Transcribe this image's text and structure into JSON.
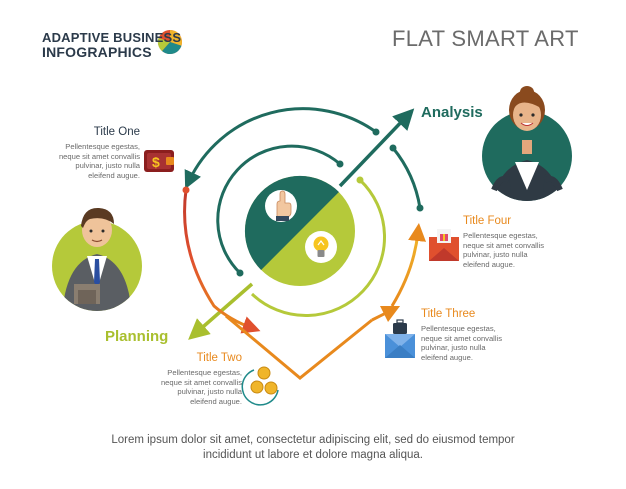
{
  "brand": {
    "line1": "ADAPTIVE BUSINESS",
    "line2": "INFOGRAPHICS"
  },
  "title": "FLAT SMART ART",
  "phases": {
    "analysis": "Analysis",
    "planning": "Planning"
  },
  "steps": [
    {
      "title": "Title One",
      "text": [
        "Pellentesque egestas,",
        "neque sit amet convallis",
        "pulvinar, justo nulla",
        "eleifend augue."
      ]
    },
    {
      "title": "Title Two",
      "text": [
        "Pellentesque egestas,",
        "neque sit amet convallis",
        "pulvinar, justo nulla",
        "eleifend augue."
      ]
    },
    {
      "title": "Title Three",
      "text": [
        "Pellentesque egestas,",
        "neque sit amet convallis",
        "pulvinar, justo nulla",
        "eleifend augue."
      ]
    },
    {
      "title": "Title Four",
      "text": [
        "Pellentesque egestas,",
        "neque sit amet convallis",
        "pulvinar, justo nulla",
        "eleifend augue."
      ]
    }
  ],
  "footer": {
    "line1": "Lorem ipsum dolor sit amet, consectetur adipiscing elit, sed do eiusmod tempor",
    "line2": "incididunt ut labore et dolore magna aliqua."
  },
  "colors": {
    "teal": "#1f6b5e",
    "lime": "#b5c93a",
    "orange": "#e8891d",
    "red": "#e0502e",
    "navy": "#2b3a4a"
  },
  "icons": [
    "pie-chart-icon",
    "wallet-icon",
    "coins-icon",
    "envelope-briefcase-icon",
    "envelope-gift-icon",
    "hand-pointer-icon",
    "lightbulb-icon",
    "businesswoman-avatar",
    "businessman-avatar"
  ]
}
